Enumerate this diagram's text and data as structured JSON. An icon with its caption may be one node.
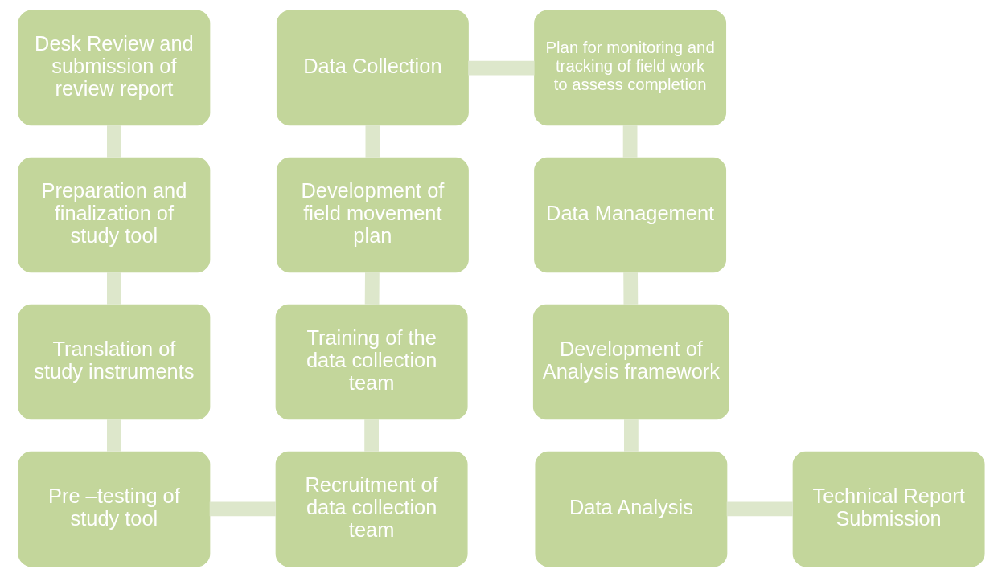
{
  "diagram": {
    "nodes": [
      {
        "text": [
          "Desk Review and submission of review report"
        ]
      },
      {
        "text": [
          "Preparation and finalization of study tool"
        ]
      },
      {
        "text": [
          "Translation of study instruments"
        ]
      },
      {
        "text": [
          "Pre –testing of study tool"
        ]
      },
      {
        "text": [
          "Recruitment of data collection team"
        ]
      },
      {
        "text": [
          "Training of the data collection team"
        ]
      },
      {
        "text": [
          "Development of field movement plan"
        ]
      },
      {
        "text": [
          "Data Collection"
        ]
      },
      {
        "text": [
          "Plan for monitoring and tracking of field work to assess completion"
        ]
      },
      {
        "text": [
          "Data Management"
        ]
      },
      {
        "text": [
          "Development of Analysis framework"
        ]
      },
      {
        "text": [
          "Data Analysis"
        ]
      },
      {
        "text": [
          "Technical Report Submission"
        ]
      }
    ],
    "edges": [
      {
        "from": 0,
        "to": 1,
        "arrow": "none"
      },
      {
        "from": 1,
        "to": 2,
        "arrow": "none"
      },
      {
        "from": 2,
        "to": 3,
        "arrow": "none"
      },
      {
        "from": 3,
        "to": 4,
        "arrow": "none"
      },
      {
        "from": 4,
        "to": 5,
        "arrow": "none"
      },
      {
        "from": 5,
        "to": 6,
        "arrow": "none"
      },
      {
        "from": 6,
        "to": 7,
        "arrow": "none"
      },
      {
        "from": 7,
        "to": 8,
        "arrow": "none"
      },
      {
        "from": 8,
        "to": 9,
        "arrow": "none"
      },
      {
        "from": 9,
        "to": 10,
        "arrow": "none"
      },
      {
        "from": 10,
        "to": 11,
        "arrow": "none"
      },
      {
        "from": 11,
        "to": 12,
        "arrow": "none"
      }
    ]
  }
}
